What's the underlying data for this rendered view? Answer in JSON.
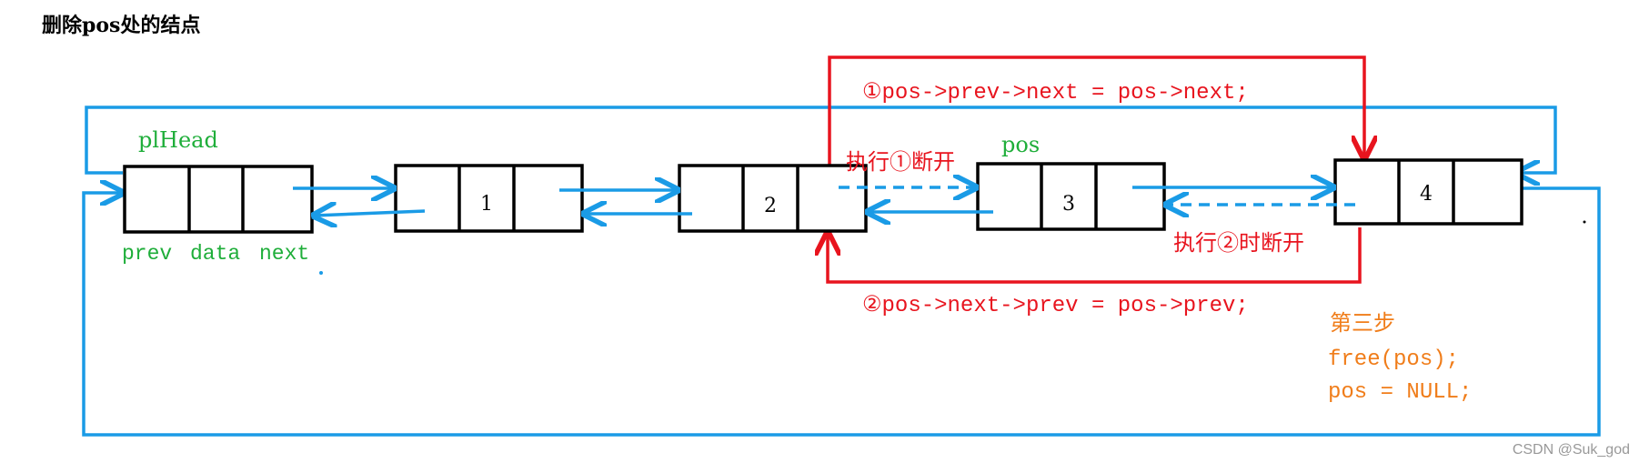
{
  "title": "删除pos处的结点",
  "head_label": "plHead",
  "field_labels": {
    "prev": "prev",
    "data": "data",
    "next": "next"
  },
  "pos_label": "pos",
  "nodes": [
    {
      "data": ""
    },
    {
      "data": "1"
    },
    {
      "data": "2"
    },
    {
      "data": "3"
    },
    {
      "data": "4"
    }
  ],
  "steps": {
    "step1_code": "①pos->prev->next = pos->next;",
    "step1_break": "执行①断开",
    "step2_code": "②pos->next->prev = pos->prev;",
    "step2_break": "执行②时断开",
    "step3_title": "第三步",
    "step3_line1": "free(pos);",
    "step3_line2": "pos = NULL;"
  },
  "watermark": "CSDN @Suk_god",
  "colors": {
    "node_border": "#000000",
    "link_blue": "#1a9be6",
    "step_red": "#e8141e",
    "label_green": "#1fae3a",
    "step3_orange": "#f07d1a",
    "watermark_gray": "#999999"
  }
}
